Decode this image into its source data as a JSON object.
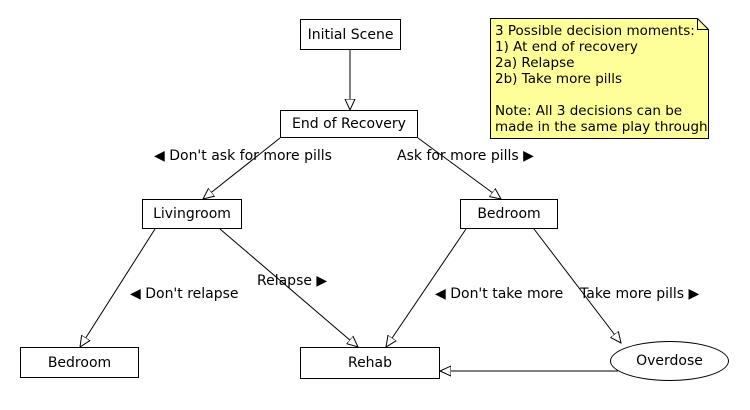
{
  "nodes": {
    "initial_scene": "Initial Scene",
    "end_of_recovery": "End of Recovery",
    "livingroom": "Livingroom",
    "bedroom_upper": "Bedroom",
    "bedroom_lower": "Bedroom",
    "rehab": "Rehab",
    "overdose": "Overdose"
  },
  "edge_labels": {
    "dont_ask": "◀ Don't ask for more pills",
    "ask": "Ask for more pills ▶",
    "dont_relapse": "◀ Don't relapse",
    "relapse": "Relapse ▶",
    "dont_take_more": "◀ Don't take more",
    "take_more": "Take more pills ▶"
  },
  "note": {
    "lines": [
      "3 Possible decision moments:",
      "1) At end of recovery",
      "2a) Relapse",
      "2b) Take more pills",
      "",
      "Note: All 3 decisions can be",
      "made in the same play through"
    ],
    "fill_color": "#ffff99"
  }
}
